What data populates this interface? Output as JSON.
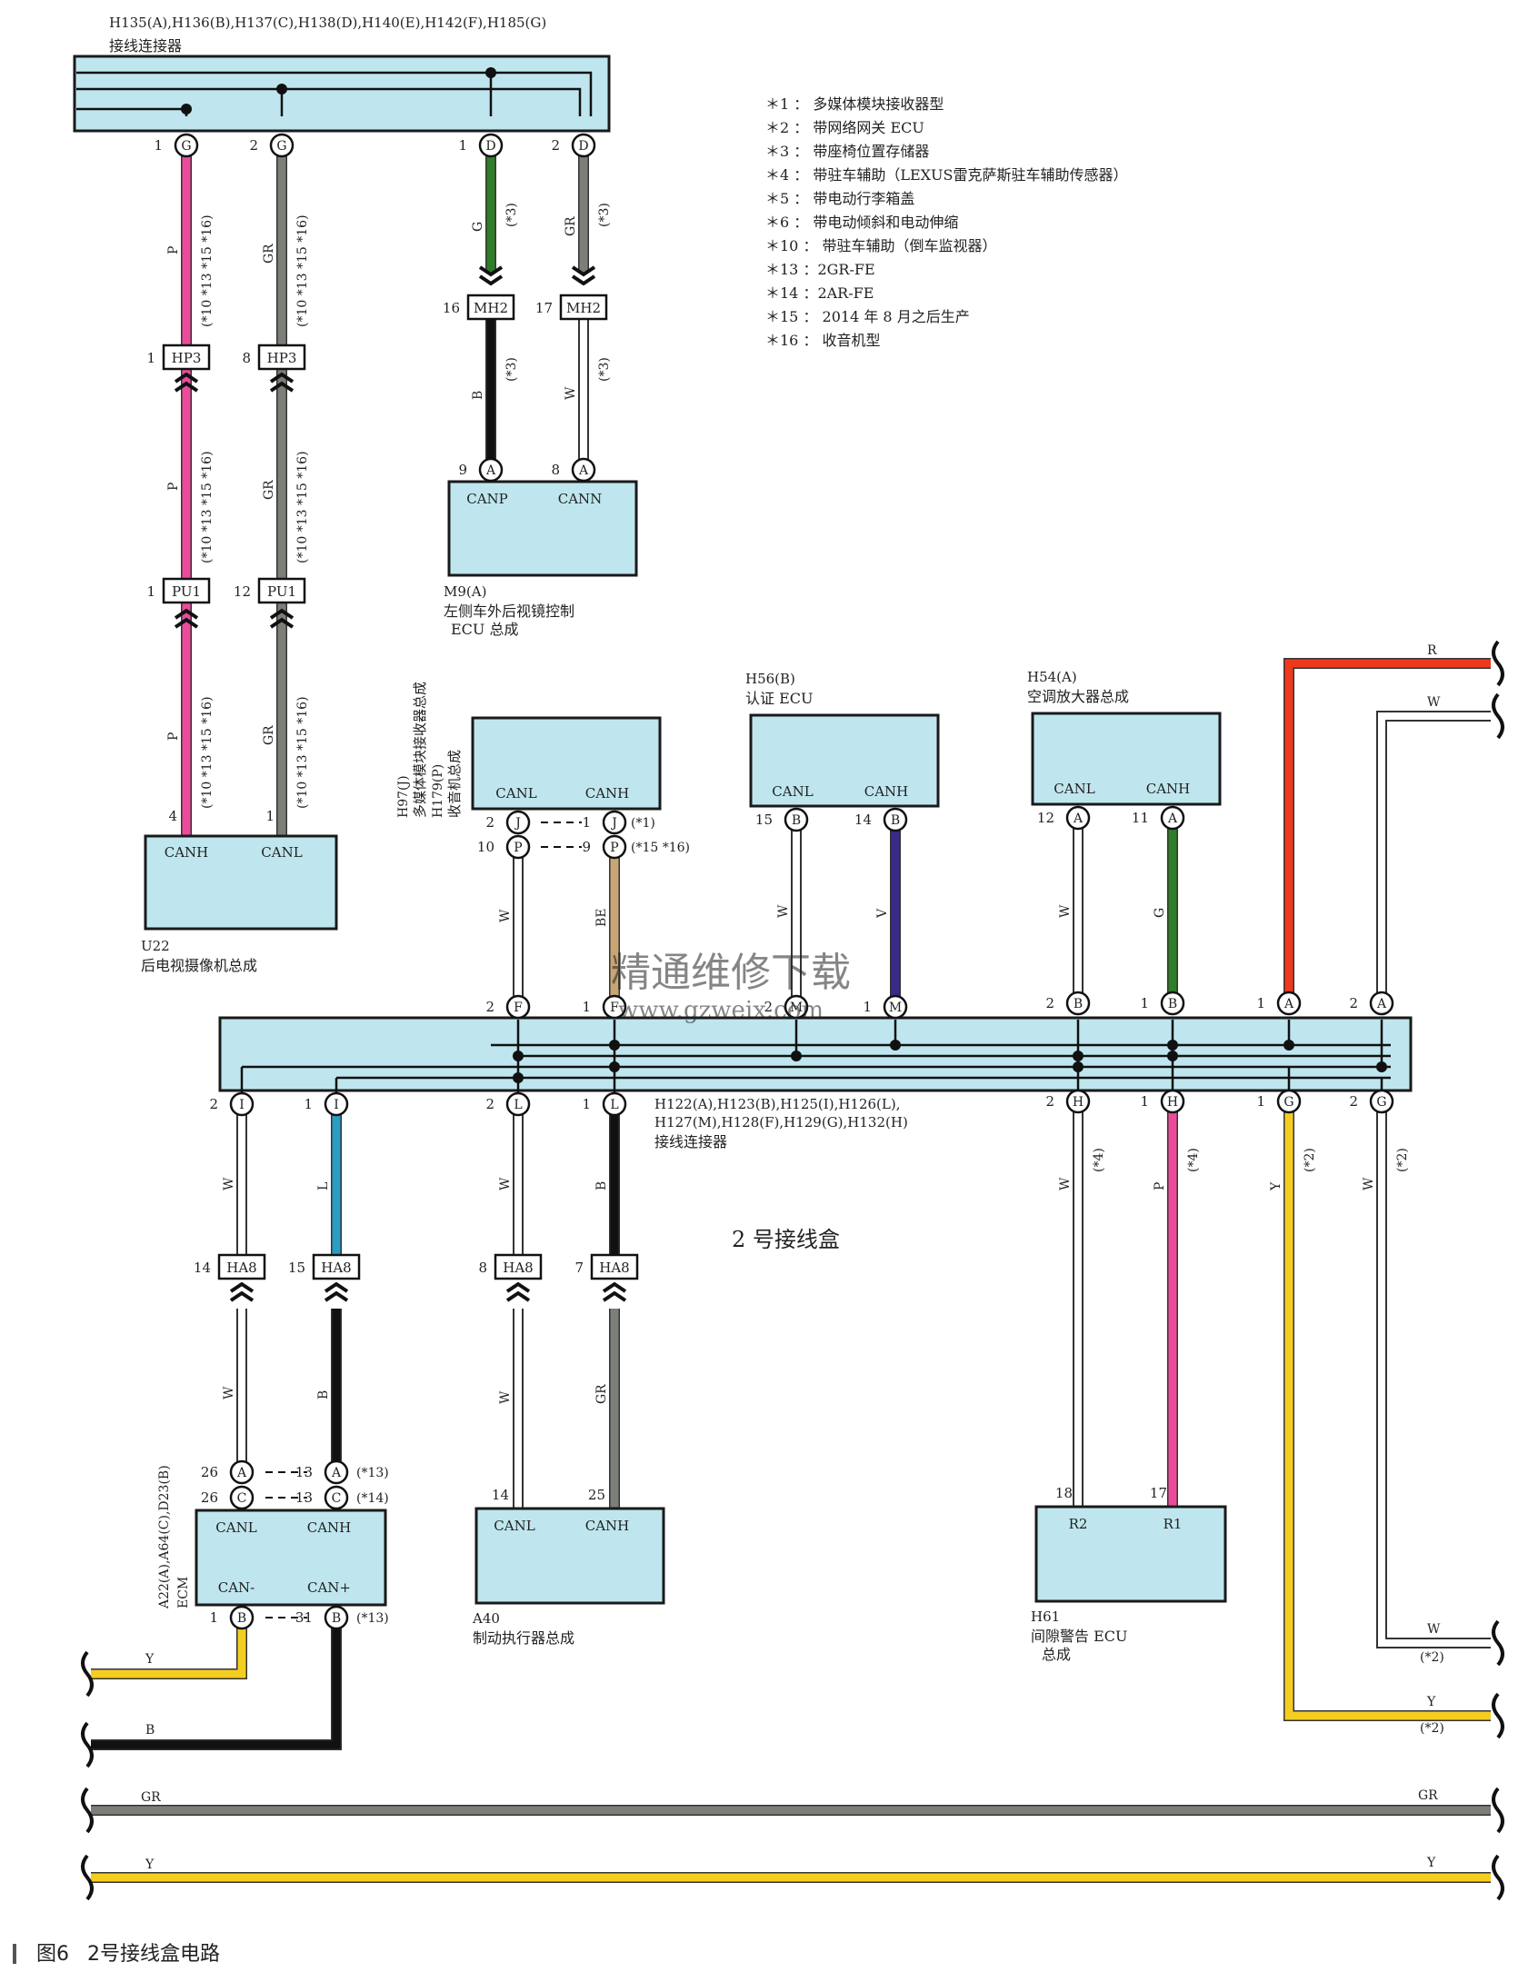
{
  "colors": {
    "box_fill": "#bfe6ee",
    "box_stroke": "#1a1a1a",
    "P": "#ec4b9c",
    "GR": "#7b7f78",
    "G": "#2f7d2a",
    "B": "#111111",
    "W": "#ffffff",
    "BE": "#c7a574",
    "V": "#3a2a86",
    "L": "#2b9cc4",
    "R": "#ee3a1c",
    "Y": "#f4cd21"
  },
  "top_connector": {
    "code": "H135(A),H136(B),H137(C),H138(D),H140(E),H142(F),H185(G)",
    "name": "接线连接器"
  },
  "notes": [
    "＊1 ： 多媒体模块接收器型",
    "＊2 ： 带网络网关 ECU",
    "＊3 ： 带座椅位置存储器",
    "＊4 ： 带驻车辅助（LEXUS雷克萨斯驻车辅助传感器）",
    "＊5 ： 带电动行李箱盖",
    "＊6 ： 带电动倾斜和电动伸缩",
    "＊10 ： 带驻车辅助（倒车监视器）",
    "＊13 ：2GR-FE",
    "＊14 ：2AR-FE",
    "＊15 ： 2014 年 8 月之后生产",
    "＊16 ： 收音机型"
  ],
  "components": {
    "u22": {
      "code": "U22",
      "name": "后电视摄像机总成",
      "pins": [
        "CANH",
        "CANL"
      ]
    },
    "m9": {
      "code": "M9(A)",
      "name1": "左侧车外后视镜控制",
      "name2": "ECU 总成",
      "pins": [
        "CANP",
        "CANN"
      ]
    },
    "h97": {
      "code1": "H97(J)",
      "name1": "多媒体模块接收器总成",
      "code2": "H179(P)",
      "name2": "收音机总成",
      "pins": [
        "CANL",
        "CANH"
      ]
    },
    "h56": {
      "code": "H56(B)",
      "name": "认证 ECU",
      "pins": [
        "CANL",
        "CANH"
      ]
    },
    "h54": {
      "code": "H54(A)",
      "name": "空调放大器总成",
      "pins": [
        "CANL",
        "CANH"
      ]
    },
    "ecm": {
      "code": "A22(A),A64(C),D23(B)",
      "name": "ECM",
      "pins": [
        "CANL",
        "CANH",
        "CAN-",
        "CAN+"
      ]
    },
    "a40": {
      "code": "A40",
      "name": "制动执行器总成",
      "pins": [
        "CANL",
        "CANH"
      ]
    },
    "h61": {
      "code": "H61",
      "name1": "间隙警告 ECU",
      "name2": "总成",
      "pins": [
        "R2",
        "R1"
      ]
    }
  },
  "junction": {
    "code1": "H122(A),H123(B),H125(I),H126(L),",
    "code2": "H127(M),H128(F),H129(G),H132(H)",
    "name": "接线连接器",
    "box_label": "2 号接线盒"
  },
  "connector_labels": [
    "HP3",
    "HP3",
    "PU1",
    "PU1",
    "MH2",
    "MH2",
    "HA8",
    "HA8",
    "HA8",
    "HA8"
  ],
  "wire_codes": [
    "P",
    "GR",
    "G",
    "B",
    "W",
    "BE",
    "V",
    "L",
    "R",
    "Y"
  ],
  "conditions": [
    "(*10 *13 *15 *16)",
    "(*3)",
    "(*1)",
    "(*15 *16)",
    "(*13)",
    "(*14)",
    "(*4)",
    "(*2)"
  ],
  "watermark": {
    "line1": "精通维修下载",
    "line2": "www.gzweix.com"
  },
  "caption": {
    "fig": "图6",
    "title": "2号接线盒电路"
  }
}
